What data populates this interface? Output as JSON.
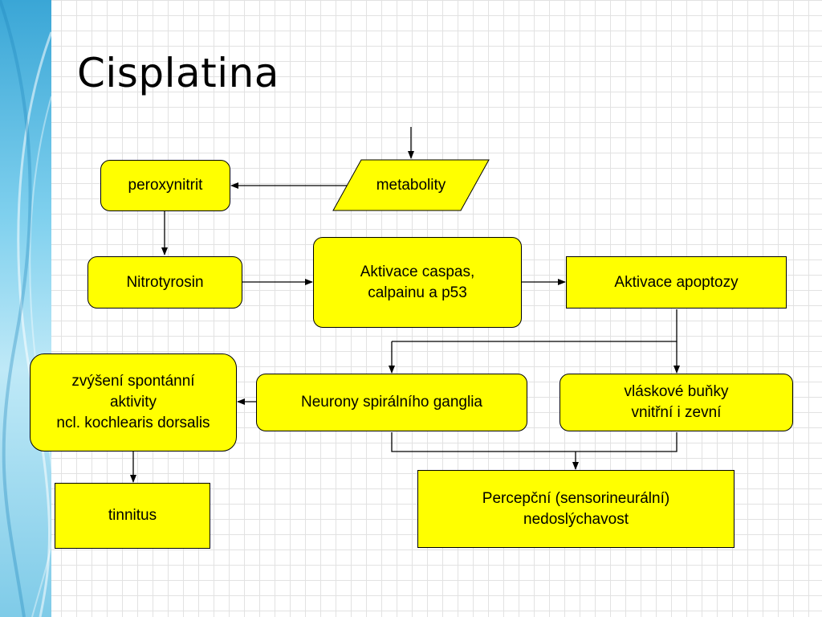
{
  "slide": {
    "title": "Cisplatina"
  },
  "diagram": {
    "nodes": {
      "metabolity": "metabolity",
      "peroxynitrit": "peroxynitrit",
      "nitrotyrosin": "Nitrotyrosin",
      "aktivace_caspas": "Aktivace caspas,\ncalpainu a p53",
      "aktivace_apoptozy": "Aktivace apoptozy",
      "zvyseni_aktivity": "zvýšení spontánní\naktivity\nncl. kochlearis dorsalis",
      "neurony": "Neurony spirálního ganglia",
      "vlaskove_bunky": "vláskové buňky\nvnitřní i zevní",
      "tinnitus": "tinnitus",
      "nedoslychavost": "Percepční (sensorineurální)\nnedoslýchavost"
    },
    "fill_color": "#ffff00",
    "edge_color": "#000000"
  }
}
